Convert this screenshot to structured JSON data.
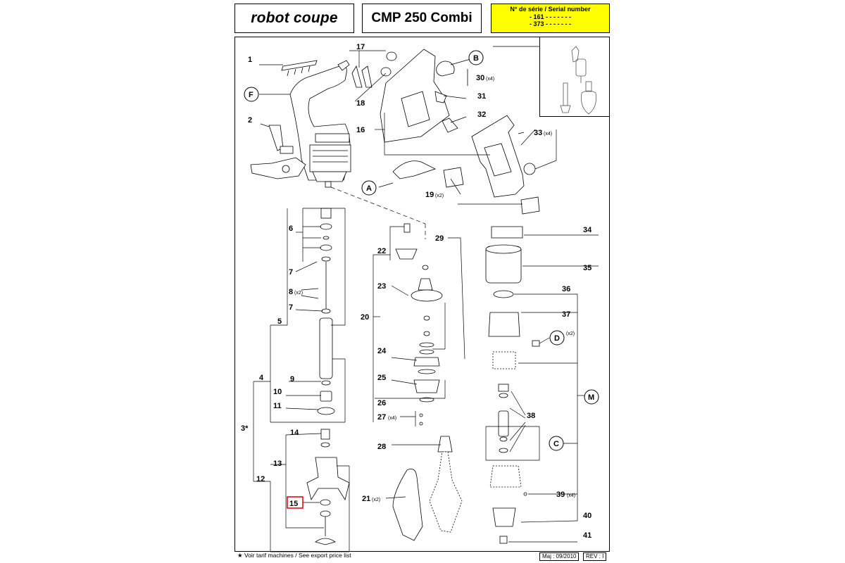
{
  "header": {
    "brand": "robot coupe",
    "model": "CMP 250 Combi",
    "serial_title": "N° de série / Serial number",
    "serial_lines": [
      "- 161 - - - - -   - -",
      "- 373 - - - - -   - -"
    ]
  },
  "footer": {
    "note": "★ Voir tarif machines / See export price list",
    "date": "Maj : 09/2010",
    "rev": "REV : I"
  },
  "parts": {
    "p1": "1",
    "p2": "2",
    "p3": "3*",
    "p4": "4",
    "p5": "5",
    "p6": "6",
    "p7a": "7",
    "p7b": "7",
    "p8": "8",
    "p9": "9",
    "p10": "10",
    "p11": "11",
    "p12": "12",
    "p13": "13",
    "p14": "14",
    "p15": "15",
    "p16": "16",
    "p17": "17",
    "p18": "18",
    "p19": "19",
    "p20": "20",
    "p21": "21",
    "p22": "22",
    "p23": "23",
    "p24": "24",
    "p25": "25",
    "p26": "26",
    "p27": "27",
    "p28": "28",
    "p29": "29",
    "p30": "30",
    "p31": "31",
    "p32": "32",
    "p33": "33",
    "p34": "34",
    "p35": "35",
    "p36": "36",
    "p37": "37",
    "p38": "38",
    "p39": "39",
    "p40": "40",
    "p41": "41"
  },
  "qty": {
    "q8": "(x2)",
    "q19": "(x2)",
    "q21": "(x2)",
    "q27": "(x4)",
    "q30": "(x4)",
    "q33": "(x4)",
    "q39": "(x4)",
    "qD": "(x2)"
  },
  "callouts": {
    "A": "A",
    "B": "B",
    "C": "C",
    "D": "D",
    "F": "F",
    "M": "M"
  },
  "highlight_part": "15"
}
